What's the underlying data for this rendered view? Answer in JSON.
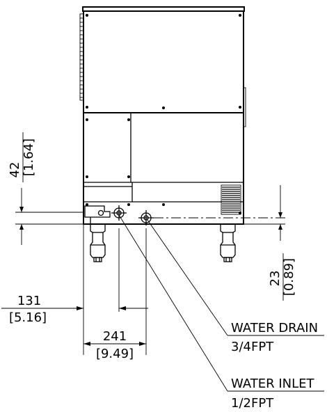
{
  "dimensions": {
    "leg_clearance_mm": "42",
    "leg_clearance_in": "[1.64]",
    "drain_height_mm": "23",
    "drain_height_in": "[0.89]",
    "inlet_offset_mm": "131",
    "inlet_offset_in": "[5.16]",
    "drain_offset_mm": "241",
    "drain_offset_in": "[9.49]"
  },
  "callouts": {
    "water_drain_label": "WATER DRAIN",
    "water_drain_size": "3/4FPT",
    "water_inlet_label": "WATER INLET",
    "water_inlet_size": "1/2FPT"
  }
}
